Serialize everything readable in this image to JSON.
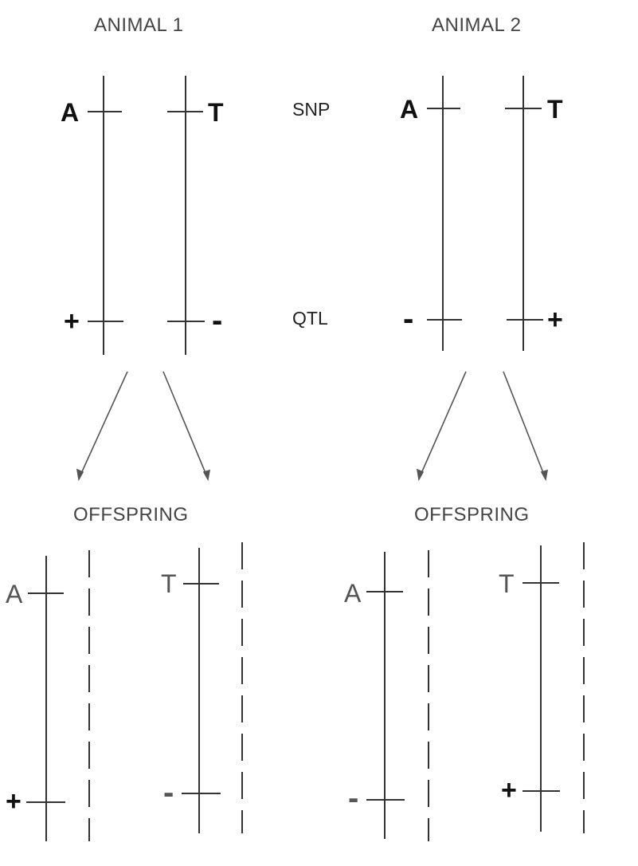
{
  "headers": {
    "animal1": "ANIMAL 1",
    "animal2": "ANIMAL 2",
    "offspring1": "OFFSPRING",
    "offspring2": "OFFSPRING"
  },
  "markers": {
    "snp": "SNP",
    "qtl": "QTL"
  },
  "animal1": {
    "chrom1": {
      "snp": "A",
      "qtl": "+"
    },
    "chrom2": {
      "snp": "T",
      "qtl": "-"
    }
  },
  "animal2": {
    "chrom1": {
      "snp": "A",
      "qtl": "-"
    },
    "chrom2": {
      "snp": "T",
      "qtl": "+"
    }
  },
  "offspring1": {
    "left": {
      "snp": "A",
      "qtl": "+"
    },
    "right": {
      "snp": "T",
      "qtl": "-"
    }
  },
  "offspring2": {
    "left": {
      "snp": "A",
      "qtl": "-"
    },
    "right": {
      "snp": "T",
      "qtl": "+"
    }
  }
}
